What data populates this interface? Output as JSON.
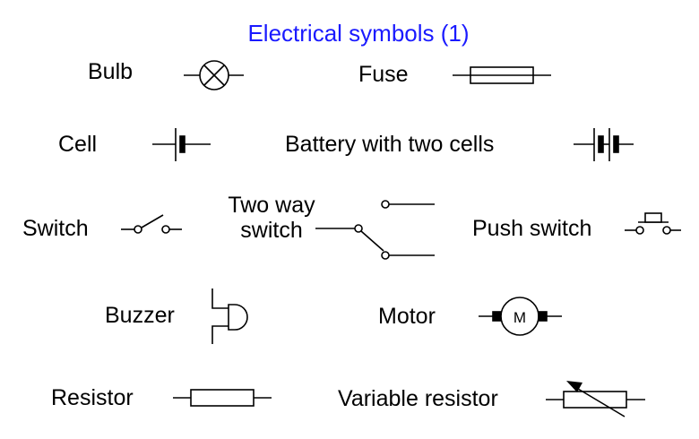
{
  "title": {
    "text": "Electrical symbols  (1)",
    "color": "#1a1aff"
  },
  "labels": {
    "bulb": "Bulb",
    "fuse": "Fuse",
    "cell": "Cell",
    "battery": "Battery with two cells",
    "switch": "Switch",
    "two_way_switch_line1": "Two way",
    "two_way_switch_line2": "switch",
    "push_switch": "Push switch",
    "buzzer": "Buzzer",
    "motor": "Motor",
    "motor_symbol_letter": "M",
    "resistor": "Resistor",
    "variable_resistor": "Variable resistor"
  }
}
